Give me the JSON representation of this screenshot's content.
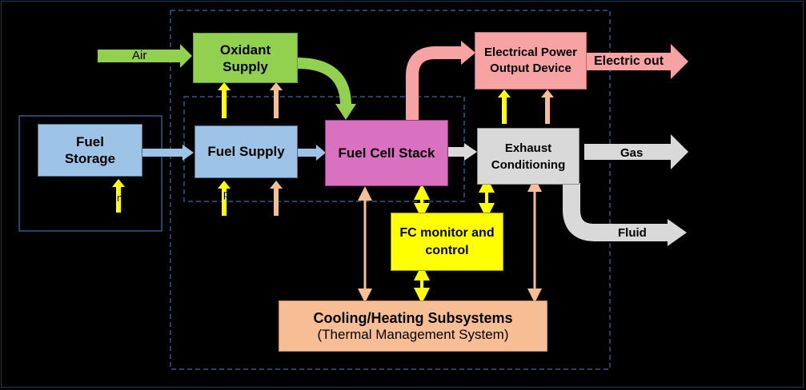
{
  "blocks": {
    "oxidant_supply": "Oxidant Supply",
    "fuel_storage": "Fuel Storage",
    "fuel_supply": "Fuel Supply",
    "fuel_cell_stack": "Fuel Cell Stack",
    "electrical_output": "Electrical Power Output Device",
    "exhaust_conditioning": "Exhaust Conditioning",
    "fc_monitor": "FC monitor and control",
    "cooling_title": "Cooling/Heating Subsystems",
    "cooling_subtitle": "(Thermal Management System)"
  },
  "flows": {
    "air": "Air",
    "electric_out": "Electric out",
    "gas": "Gas",
    "fluid": "Fluid"
  },
  "glyphs": {
    "storage_mark": "n",
    "supply_mark": "p"
  },
  "colors": {
    "oxidant": "#92d050",
    "fuel": "#9dc3e6",
    "stack": "#d970c0",
    "electrical": "#f8a3a3",
    "exhaust": "#d9d9d9",
    "monitor": "#ffff00",
    "thermal": "#f7be96",
    "dashed": "#2e5a8a"
  }
}
